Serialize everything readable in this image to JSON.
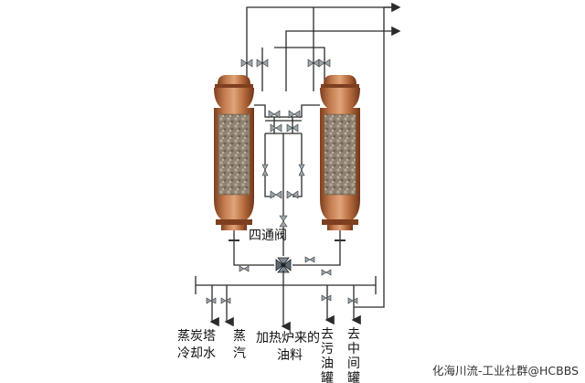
{
  "labels": {
    "four_way_valve": "四通阀",
    "to_cooling_tower": [
      "蒸炭塔",
      "冷却水"
    ],
    "steam": [
      "蒸",
      "汽"
    ],
    "feed_from_heater": [
      "加热炉来的",
      "油料"
    ],
    "to_dirty_oil_tank": [
      "去",
      "污",
      "油",
      "罐"
    ],
    "to_intermediate_tank": [
      "去",
      "中",
      "间",
      "罐"
    ]
  },
  "watermark": "化海川流-工业社群@HCBBS",
  "colors": {
    "vessel_copper": "#c27a4d",
    "vessel_shadow": "#8a4a27",
    "packing": "#9a8c7a",
    "pipe": "#2b2b2b",
    "valve_gray": "#9aa6ac"
  }
}
